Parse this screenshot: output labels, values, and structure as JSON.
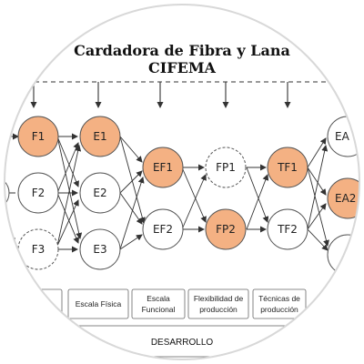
{
  "title": {
    "line1": "Cardadora de Fibra y Lana",
    "line2": "CIFEMA"
  },
  "nodes": {
    "F1": "F1",
    "F2": "F2",
    "F3": "F3",
    "E1": "E1",
    "E2": "E2",
    "E3": "E3",
    "EF1": "EF1",
    "EF2": "EF2",
    "FP1": "FP1",
    "FP2": "FP2",
    "TF1": "TF1",
    "TF2": "TF2",
    "EA1": "EA",
    "EA2": "EA2"
  },
  "boxes": {
    "escala_fisica": "Escala Física",
    "escala_funcional_1": "Escala",
    "escala_funcional_2": "Funcional",
    "flexibilidad_1": "Flexibilidad de",
    "flexibilidad_2": "producción",
    "tecnicas_1": "Técnicas de",
    "tecnicas_2": "producción"
  },
  "footer": "DESARROLLO",
  "colors": {
    "highlight_fill": "#f4b183",
    "node_stroke": "#555555",
    "line": "#333333"
  }
}
